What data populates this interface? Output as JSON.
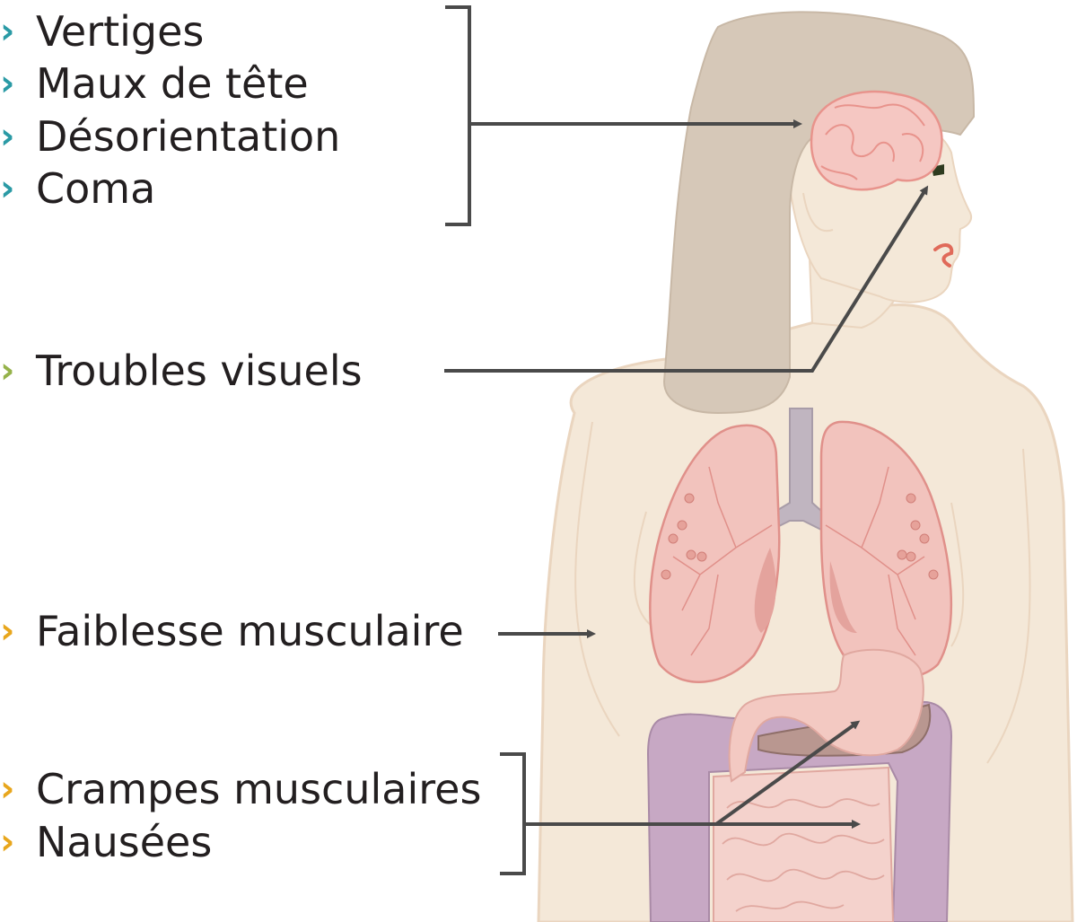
{
  "colors": {
    "teal": "#2a9aa5",
    "green": "#95b24a",
    "amber": "#e8a61c",
    "skin": "#f4e8d8",
    "skin_outline": "#ead5bf",
    "hair": "#d6c8b8",
    "lung": "#f2c3bd",
    "lung_outline": "#e0908a",
    "trachea": "#c0b5c0",
    "intestine": "#c7a8c4",
    "stomach": "#f3c9c2",
    "liver": "#b99790",
    "lips": "#e06a5a",
    "arrow": "#4a4a4a"
  },
  "groups": {
    "neuro": {
      "symptoms": [
        "Vertiges",
        "Maux de tête",
        "Désorientation",
        "Coma"
      ]
    },
    "vision": {
      "symptoms": [
        "Troubles visuels"
      ]
    },
    "muscle": {
      "symptoms": [
        "Faiblesse musculaire"
      ]
    },
    "digestive": {
      "symptoms": [
        "Crampes musculaires",
        "Nausées"
      ]
    }
  },
  "icons": {
    "bullet": "chevron-right-icon"
  }
}
